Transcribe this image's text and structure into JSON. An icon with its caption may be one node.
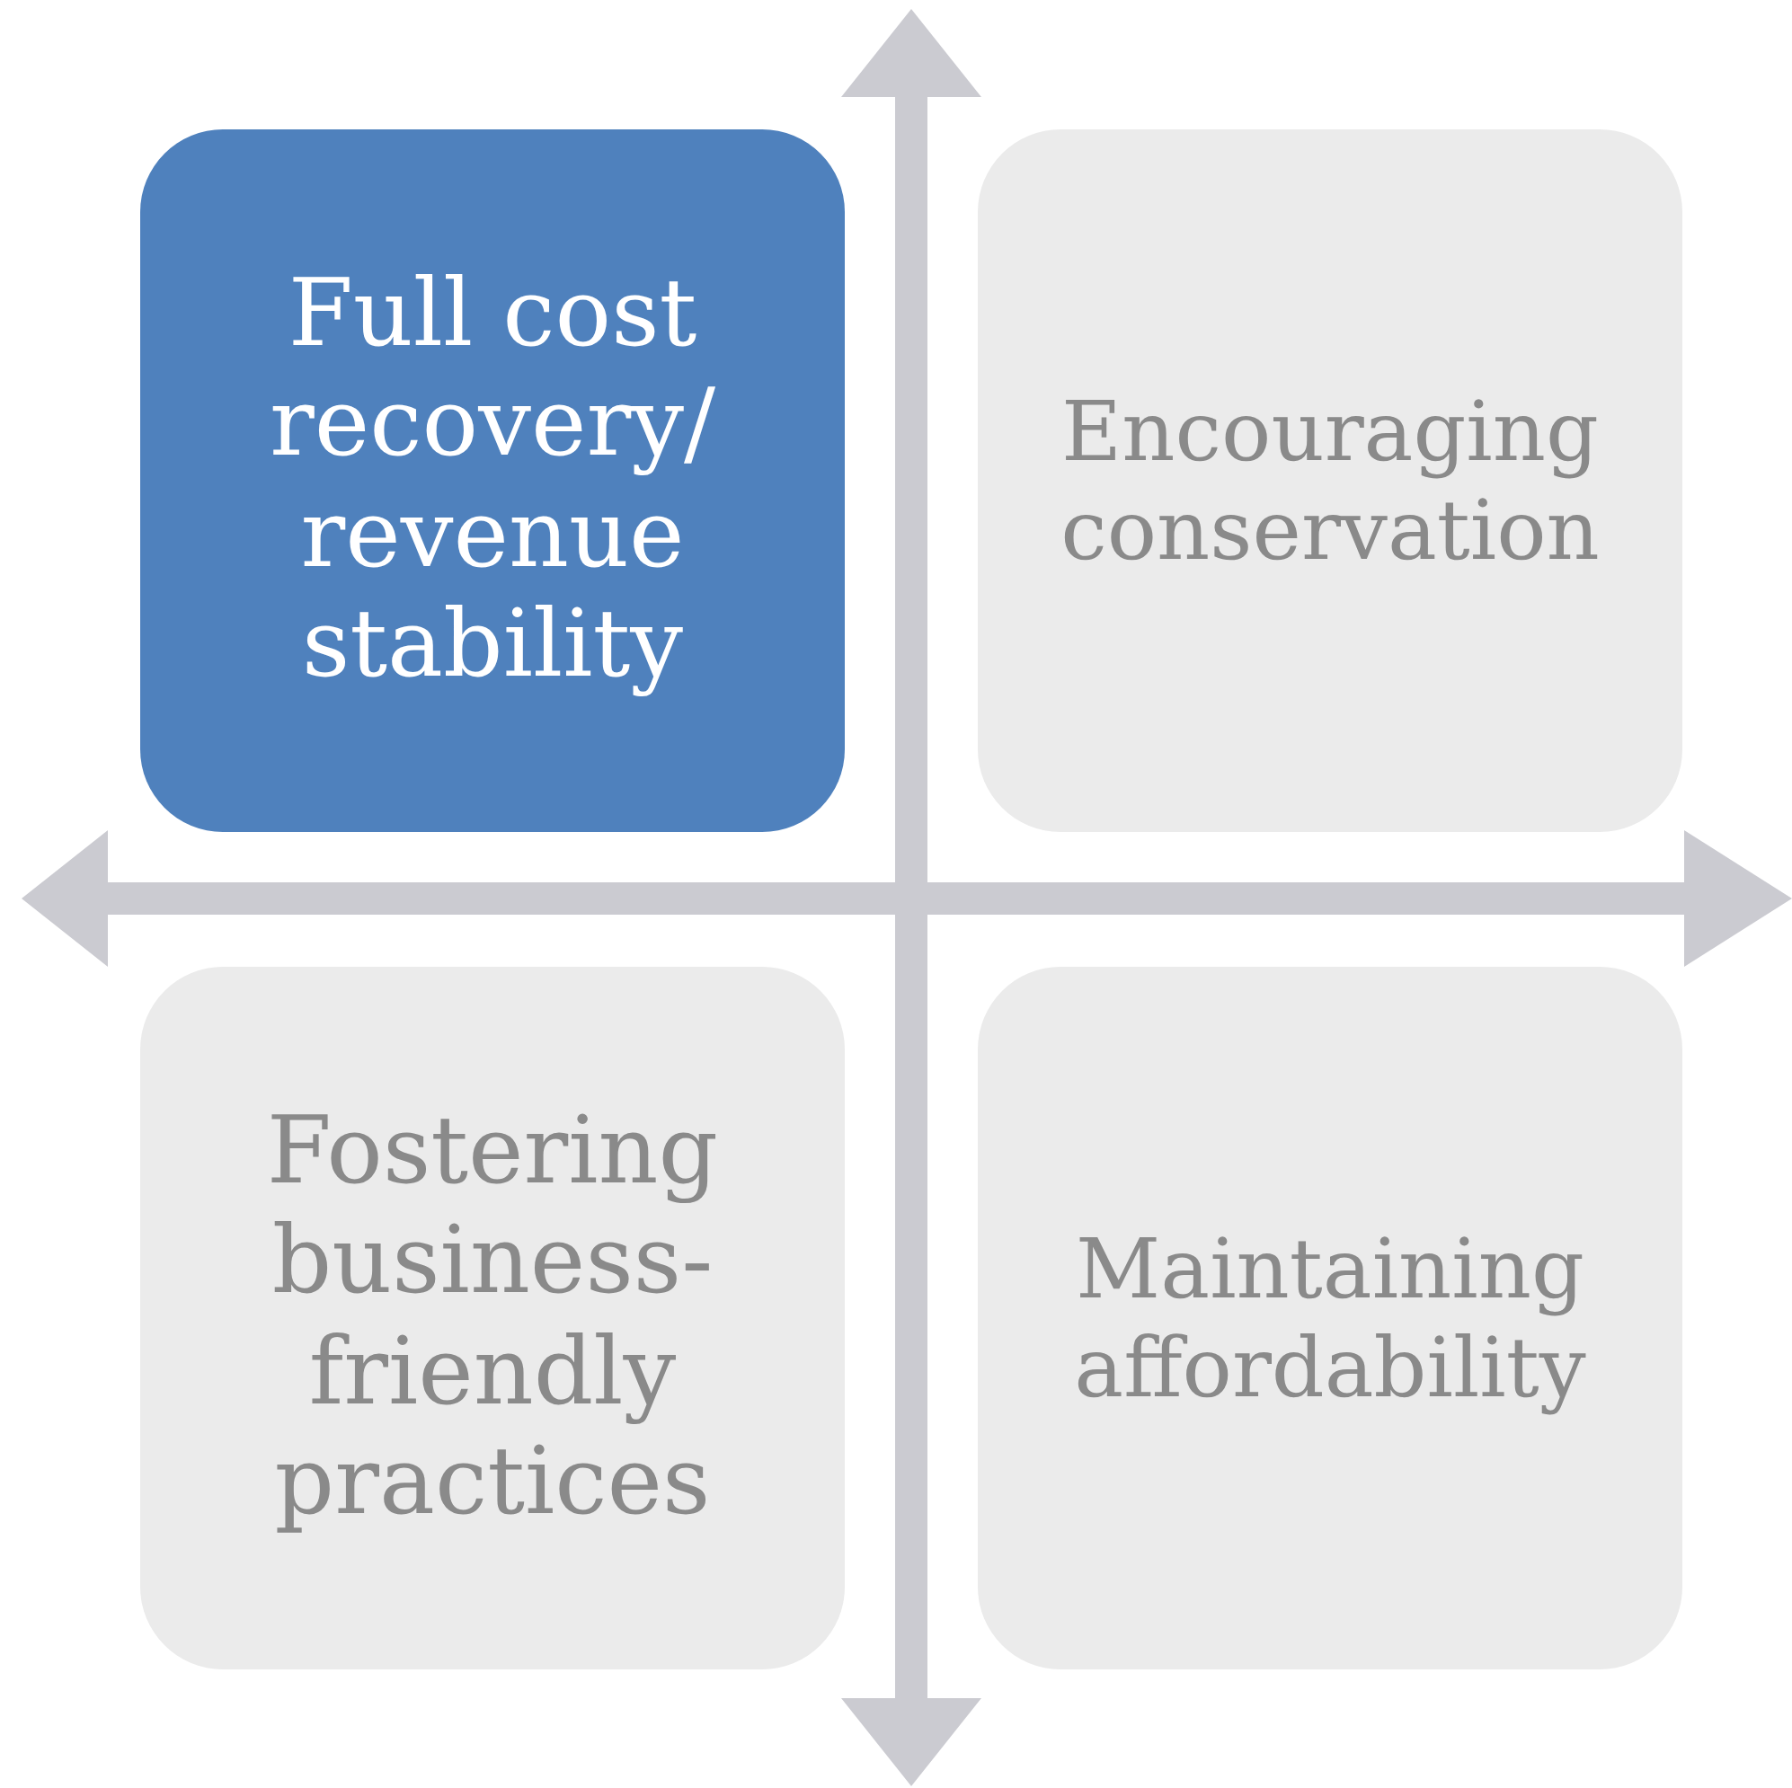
{
  "diagram": {
    "nodes": [
      {
        "text": [
          "Full cost recovery/ revenue stability"
        ]
      },
      {
        "text": [
          "Encouraging conservation"
        ]
      },
      {
        "text": [
          "Fostering business-friendly practices"
        ]
      },
      {
        "text": [
          "Maintaining affordability"
        ]
      }
    ]
  }
}
